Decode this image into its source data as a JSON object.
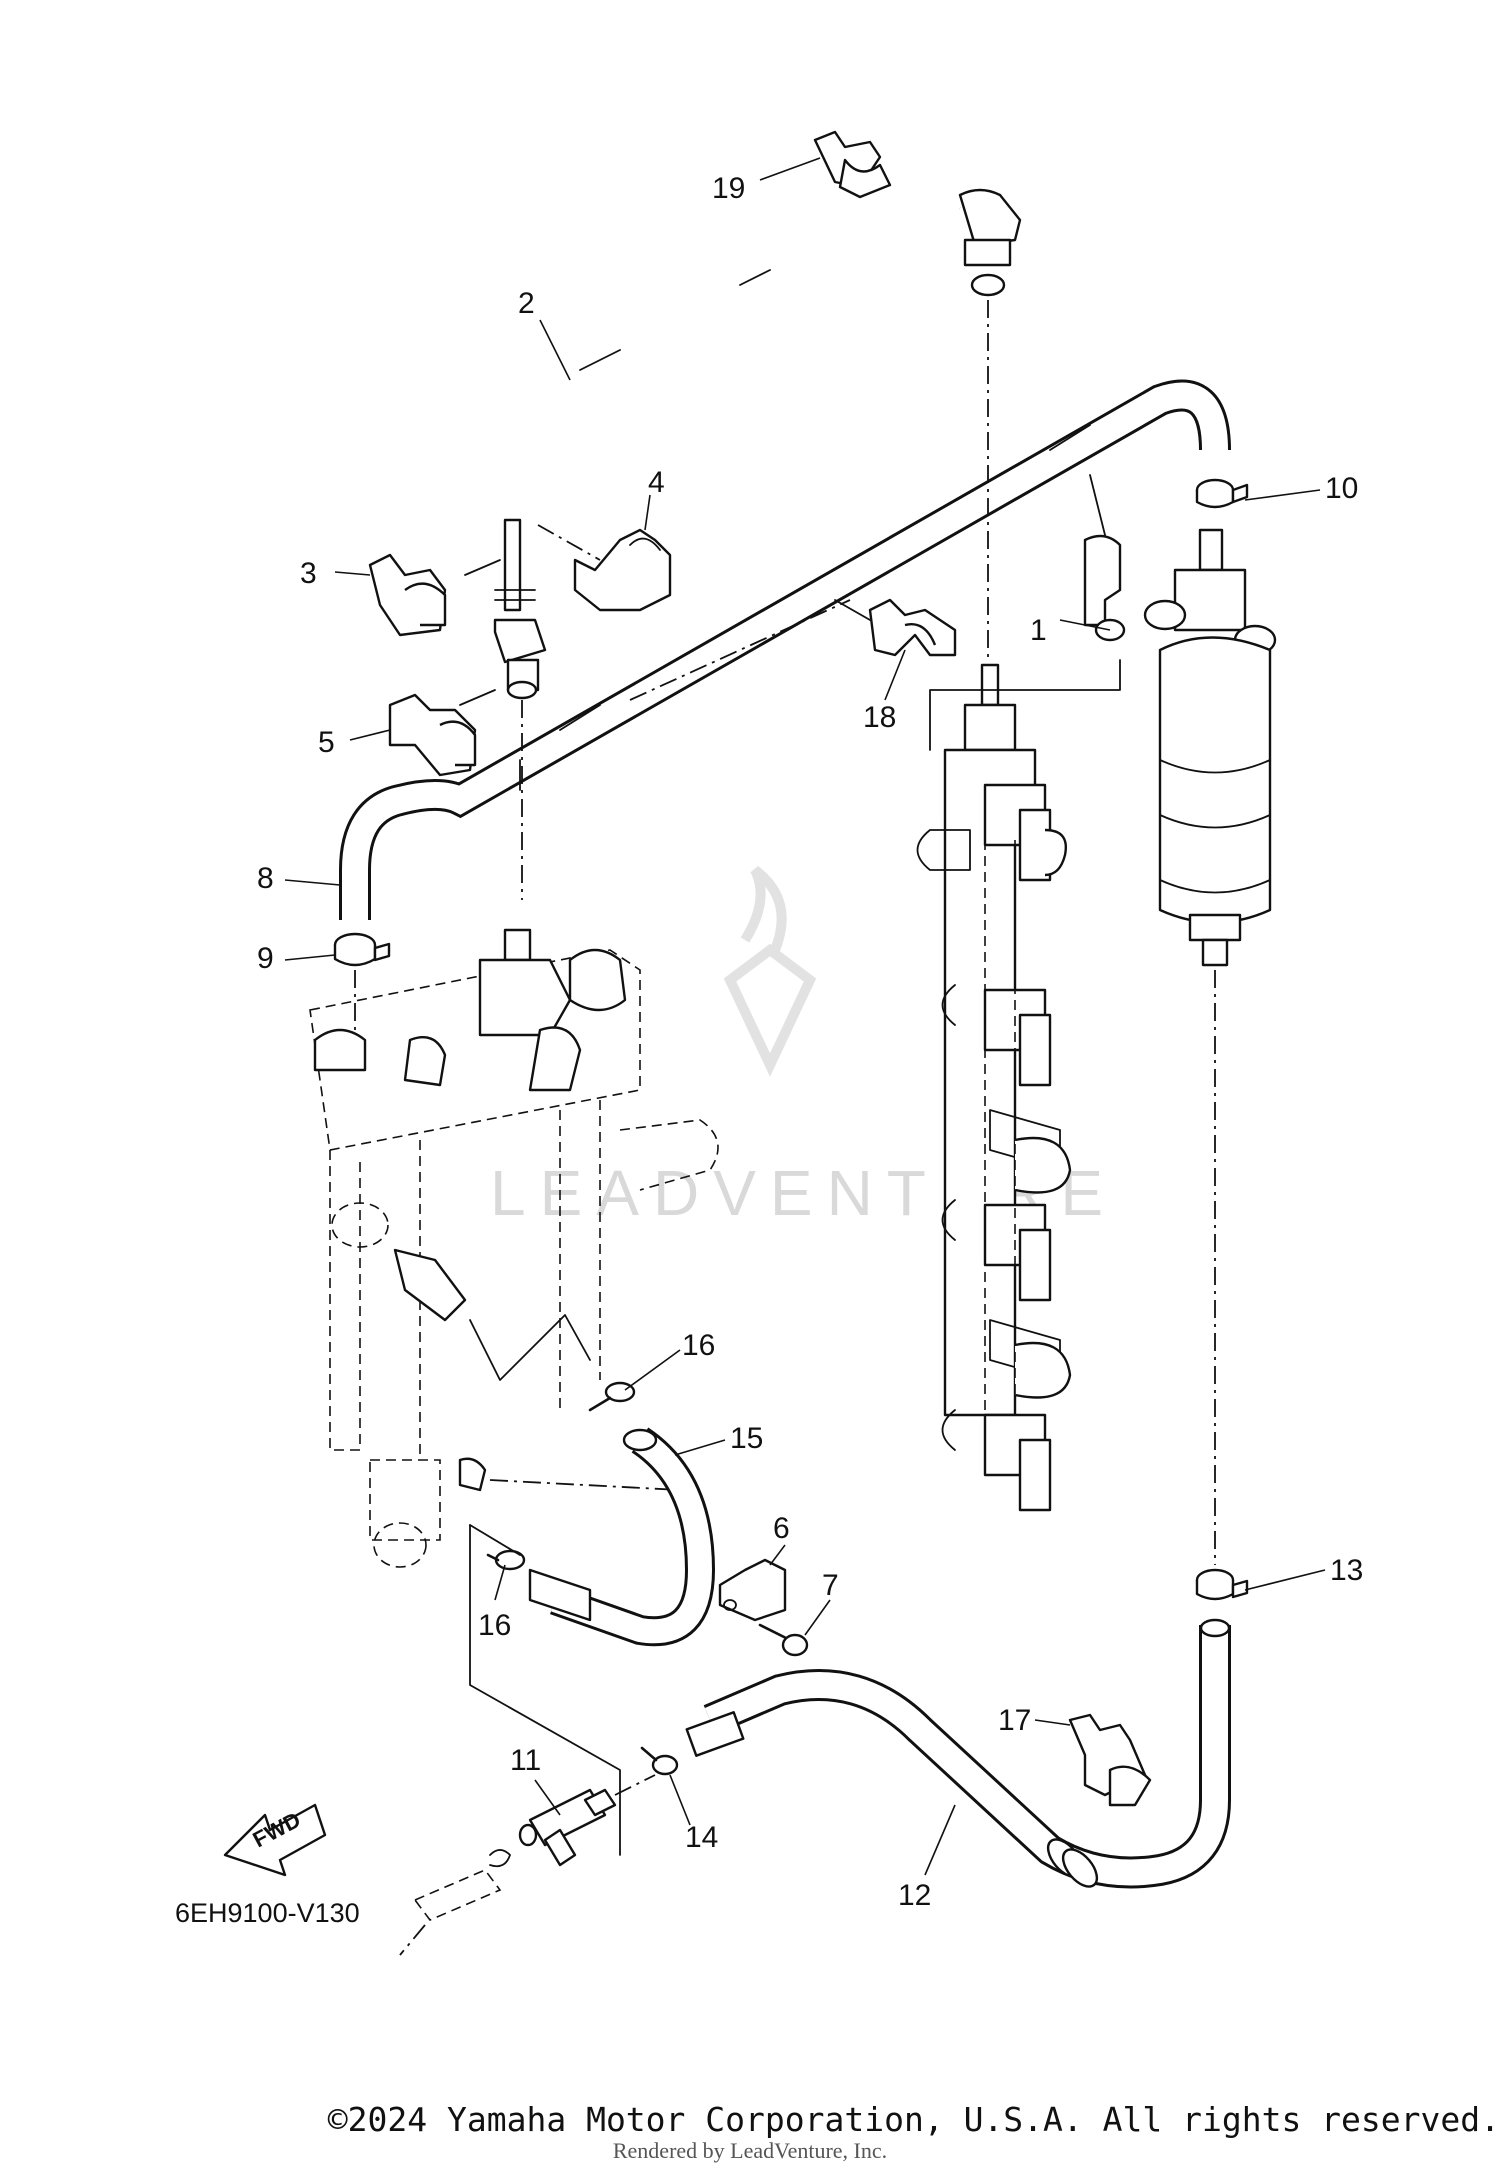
{
  "diagram": {
    "diagram_code": "6EH9100-V130",
    "fwd_label": "FWD",
    "watermark_text": "LEADVENTURE",
    "callouts": [
      {
        "num": "1"
      },
      {
        "num": "2"
      },
      {
        "num": "3"
      },
      {
        "num": "4"
      },
      {
        "num": "5"
      },
      {
        "num": "6"
      },
      {
        "num": "7"
      },
      {
        "num": "8"
      },
      {
        "num": "9"
      },
      {
        "num": "10"
      },
      {
        "num": "11"
      },
      {
        "num": "12"
      },
      {
        "num": "13"
      },
      {
        "num": "14"
      },
      {
        "num": "15"
      },
      {
        "num": "16"
      },
      {
        "num": "16"
      },
      {
        "num": "17"
      },
      {
        "num": "18"
      },
      {
        "num": "19"
      }
    ]
  },
  "footer": {
    "copyright": "©2024 Yamaha Motor Corporation, U.S.A. All rights reserved.",
    "rendered_by": "Rendered by LeadVenture, Inc."
  }
}
